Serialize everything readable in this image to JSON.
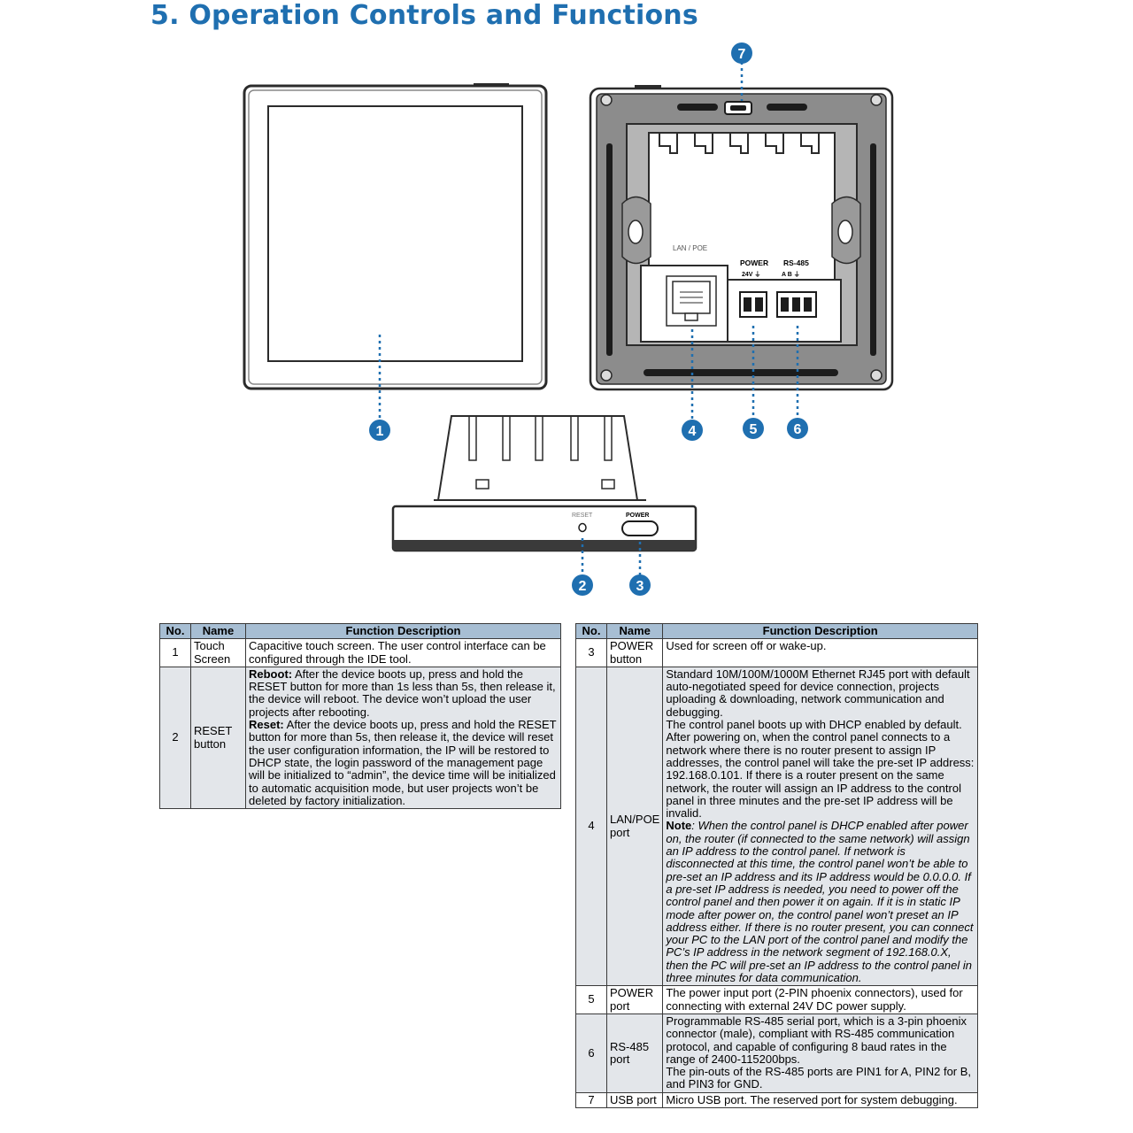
{
  "heading": "5. Operation Controls and Functions",
  "diagram": {
    "callouts": [
      "1",
      "2",
      "3",
      "4",
      "5",
      "6",
      "7"
    ],
    "back_labels": {
      "lan_poe": "LAN / POE",
      "power": "POWER",
      "power_pins": "24V ⏚",
      "rs485": "RS-485",
      "rs485_pins": "A  B  ⏚"
    },
    "side_labels": {
      "reset": "RESET",
      "power": "POWER"
    },
    "colors": {
      "callout": "#1f6fb0",
      "panel_frame": "#2b2b2b",
      "back_plate": "#8c8c8c"
    }
  },
  "table_headers": {
    "no": "No.",
    "name": "Name",
    "desc": "Function Description"
  },
  "table_left": [
    {
      "no": "1",
      "name": "Touch Screen",
      "desc": [
        {
          "label": "",
          "text": "Capacitive touch screen. The user control interface can be configured through the IDE tool."
        }
      ]
    },
    {
      "no": "2",
      "name": "RESET button",
      "desc": [
        {
          "label": "Reboot:",
          "text": "After the device boots up, press and hold the RESET button for more than 1s less than 5s, then release it, the device will reboot. The device won’t upload the user projects after rebooting."
        },
        {
          "label": "Reset:",
          "text": "After the device boots up, press and hold the RESET button for more than 5s, then release it, the device will reset the user configuration information, the IP will be restored to DHCP state, the login password of the management page will be initialized to “admin”, the device time will be initialized to automatic acquisition mode, but user projects won’t be deleted by factory initialization."
        }
      ]
    }
  ],
  "table_right": [
    {
      "no": "3",
      "name": "POWER button",
      "desc": [
        {
          "label": "",
          "text": "Used for screen off or wake-up."
        }
      ]
    },
    {
      "no": "4",
      "name": "LAN/POE port",
      "desc": [
        {
          "label": "",
          "text": "Standard 10M/100M/1000M Ethernet RJ45 port with default auto-negotiated speed for device connection, projects uploading & downloading, network communication and debugging."
        },
        {
          "label": "",
          "text": "The control panel boots up with DHCP enabled by default. After powering on, when the control panel connects to a network where there is no router present to assign IP addresses, the control panel will take the pre-set IP address: 192.168.0.101. If there is a router present on the same network, the router will assign an IP address to the control panel in three minutes and the pre-set IP address will be invalid."
        },
        {
          "label": "Note",
          "text": ": When the control panel is DHCP enabled after power on, the router (if connected to the same network) will assign an IP address to the control panel. If network is disconnected at this time, the control panel won’t be able to pre-set an IP address and its IP address would be 0.0.0.0. If a pre-set IP address is needed, you need to power off the control panel and then power it on again. If it is in static IP mode after power on, the control panel won’t preset an IP address either. If there is no router present, you can connect your PC to the LAN port of the control panel and modify the PC’s IP address in the network segment of 192.168.0.X, then the PC will pre-set an IP address to the control panel in three minutes for data communication."
        }
      ]
    },
    {
      "no": "5",
      "name": "POWER port",
      "desc": [
        {
          "label": "",
          "text": "The power input port (2-PIN phoenix connectors), used for connecting with external 24V DC power supply."
        }
      ]
    },
    {
      "no": "6",
      "name": "RS-485 port",
      "desc": [
        {
          "label": "",
          "text": "Programmable RS-485 serial port, which is a 3-pin phoenix connector (male), compliant with RS-485 communication protocol, and capable of configuring 8 baud rates in the range of 2400-115200bps."
        },
        {
          "label": "",
          "text": "The pin-outs of the RS-485 ports are PIN1 for A, PIN2 for B, and PIN3 for GND."
        }
      ]
    },
    {
      "no": "7",
      "name": "USB port",
      "desc": [
        {
          "label": "",
          "text": "Micro USB port. The reserved port for system debugging."
        }
      ]
    }
  ]
}
